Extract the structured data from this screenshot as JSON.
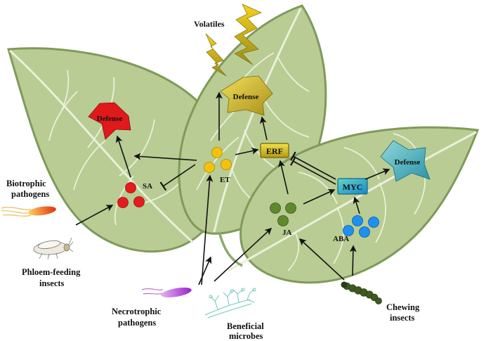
{
  "labels": {
    "volatiles": "Volatiles",
    "defense_top": "Defense",
    "defense_left": "Defense",
    "defense_right": "Defense",
    "erf": "ERF",
    "et": "ET",
    "sa": "SA",
    "ja": "JA",
    "myc": "MYC",
    "aba": "ABA",
    "biotrophic_line1": "Biotrophic",
    "biotrophic_line2": "pathogens",
    "phloem_line1": "Phloem-feeding",
    "phloem_line2": "insects",
    "necrotrophic_line1": "Necrotrophic",
    "necrotrophic_line2": "pathogens",
    "beneficial_line1": "Beneficial",
    "beneficial_line2": "microbes",
    "chewing_line1": "Chewing",
    "chewing_line2": "insects"
  },
  "colors": {
    "leaf_fill": "#b9cc94",
    "leaf_stroke": "#7f9a5a",
    "vein": "#e9f0d8",
    "sa": "#e51c1c",
    "et": "#f4c20d",
    "ja": "#5e8a2c",
    "aba": "#1e90f0",
    "defense_red": "#e0191b",
    "defense_yellow": "#d4b21e",
    "defense_teal": "#3fb0b5",
    "erf": "#cdb515",
    "myc": "#21a7c4",
    "arrow": "#111111"
  }
}
